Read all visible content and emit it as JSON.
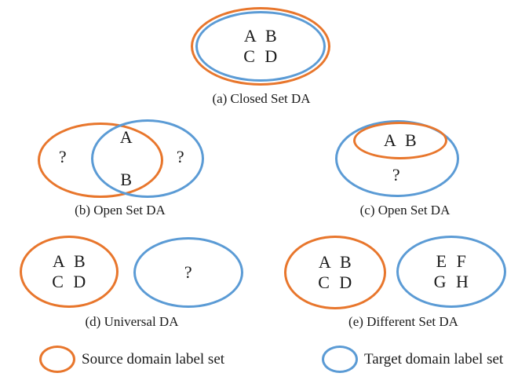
{
  "figure": {
    "colors": {
      "source_orange": "#E8762C",
      "target_blue": "#5B9BD5",
      "background": "#FFFFFF",
      "text": "#1A1A1A"
    },
    "panels": [
      {
        "id": "a",
        "caption": "(a) Closed Set DA",
        "source_labels_line1": "A  B",
        "source_labels_line2": "C  D",
        "shared_line1": "A  B",
        "shared_line2": "C  D"
      },
      {
        "id": "b",
        "caption": "(b) Open Set DA",
        "source_only": "?",
        "target_only": "?",
        "shared_line1": "A",
        "shared_line2": "B"
      },
      {
        "id": "c",
        "caption": "(c) Open Set DA",
        "source_labels": "A  B",
        "target_only": "?"
      },
      {
        "id": "d",
        "caption": "(d) Universal DA",
        "source_line1": "A  B",
        "source_line2": "C  D",
        "target_unknown": "?"
      },
      {
        "id": "e",
        "caption": "(e) Different Set DA",
        "source_line1": "A  B",
        "source_line2": "C  D",
        "target_line1": "E  F",
        "target_line2": "G  H"
      }
    ],
    "legend": {
      "source": "Source domain label set",
      "target": "Target domain label set"
    }
  }
}
